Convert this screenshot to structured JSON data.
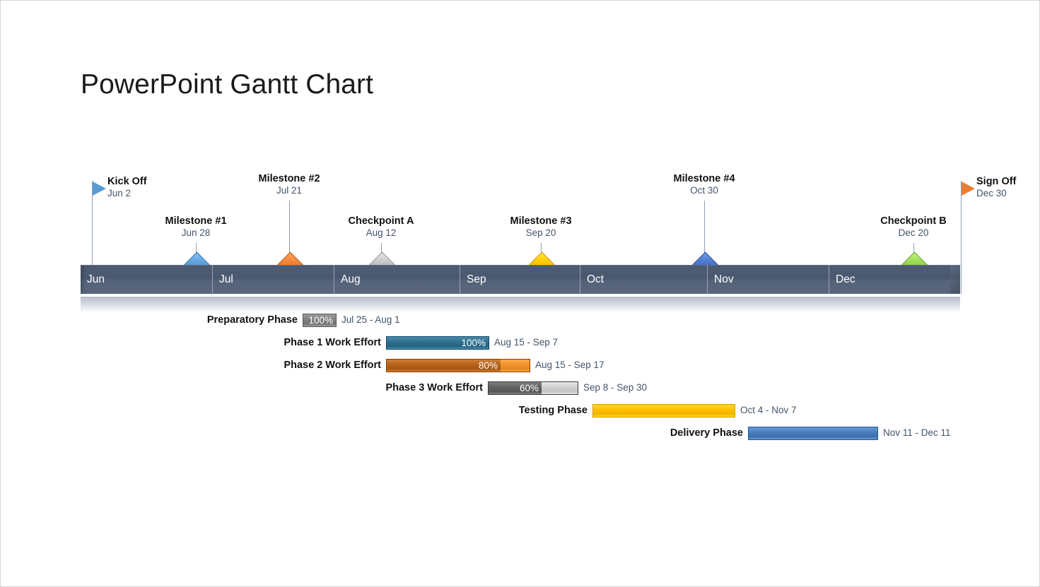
{
  "title": "PowerPoint Gantt Chart",
  "timeline": {
    "months": [
      "Jun",
      "Jul",
      "Aug",
      "Sep",
      "Oct",
      "Nov",
      "Dec"
    ],
    "bar_color": "#4a5870",
    "month_label_color": "#ffffff"
  },
  "markers": [
    {
      "name": "Kick Off",
      "date": "Jun 2",
      "shape": "flag",
      "color": "#5b9bd5",
      "tier": "top"
    },
    {
      "name": "Milestone #1",
      "date": "Jun 28",
      "shape": "diamond",
      "color": "#5b9bd5",
      "tier": "bottom"
    },
    {
      "name": "Milestone #2",
      "date": "Jul 21",
      "shape": "diamond",
      "color": "#ed7d31",
      "tier": "top"
    },
    {
      "name": "Checkpoint A",
      "date": "Aug 12",
      "shape": "diamond",
      "color": "#bfbfbf",
      "tier": "bottom"
    },
    {
      "name": "Milestone #3",
      "date": "Sep 20",
      "shape": "diamond",
      "color": "#ffc000",
      "tier": "bottom"
    },
    {
      "name": "Milestone #4",
      "date": "Oct 30",
      "shape": "diamond",
      "color": "#4472c4",
      "tier": "top"
    },
    {
      "name": "Checkpoint B",
      "date": "Dec 20",
      "shape": "diamond",
      "color": "#92d050",
      "tier": "bottom"
    },
    {
      "name": "Sign Off",
      "date": "Dec 30",
      "shape": "flag",
      "color": "#ed7d31",
      "tier": "top"
    }
  ],
  "tasks": [
    {
      "label": "Preparatory Phase",
      "percent": "100%",
      "dates": "Jul 25 - Aug 1",
      "fill_color": "#808080",
      "rest_color": "#d9d9d9",
      "show_percent": true
    },
    {
      "label": "Phase 1 Work Effort",
      "percent": "100%",
      "dates": "Aug 15 - Sep 7",
      "fill_color": "#31708f",
      "rest_color": "#5b9bd5",
      "show_percent": true
    },
    {
      "label": "Phase 2 Work Effort",
      "percent": "80%",
      "dates": "Aug 15 - Sep 17",
      "fill_color": "#b5631c",
      "rest_color": "#f0922b",
      "show_percent": true
    },
    {
      "label": "Phase 3 Work Effort",
      "percent": "60%",
      "dates": "Sep 8 - Sep 30",
      "fill_color": "#636363",
      "rest_color": "#cfcfcf",
      "show_percent": true
    },
    {
      "label": "Testing Phase",
      "percent": "",
      "dates": "Oct 4 - Nov 7",
      "fill_color": "#ffc000",
      "rest_color": "#ffc000",
      "show_percent": false
    },
    {
      "label": "Delivery Phase",
      "percent": "",
      "dates": "Nov 11 - Dec 11",
      "fill_color": "#4a7ebb",
      "rest_color": "#4a7ebb",
      "show_percent": false
    }
  ]
}
